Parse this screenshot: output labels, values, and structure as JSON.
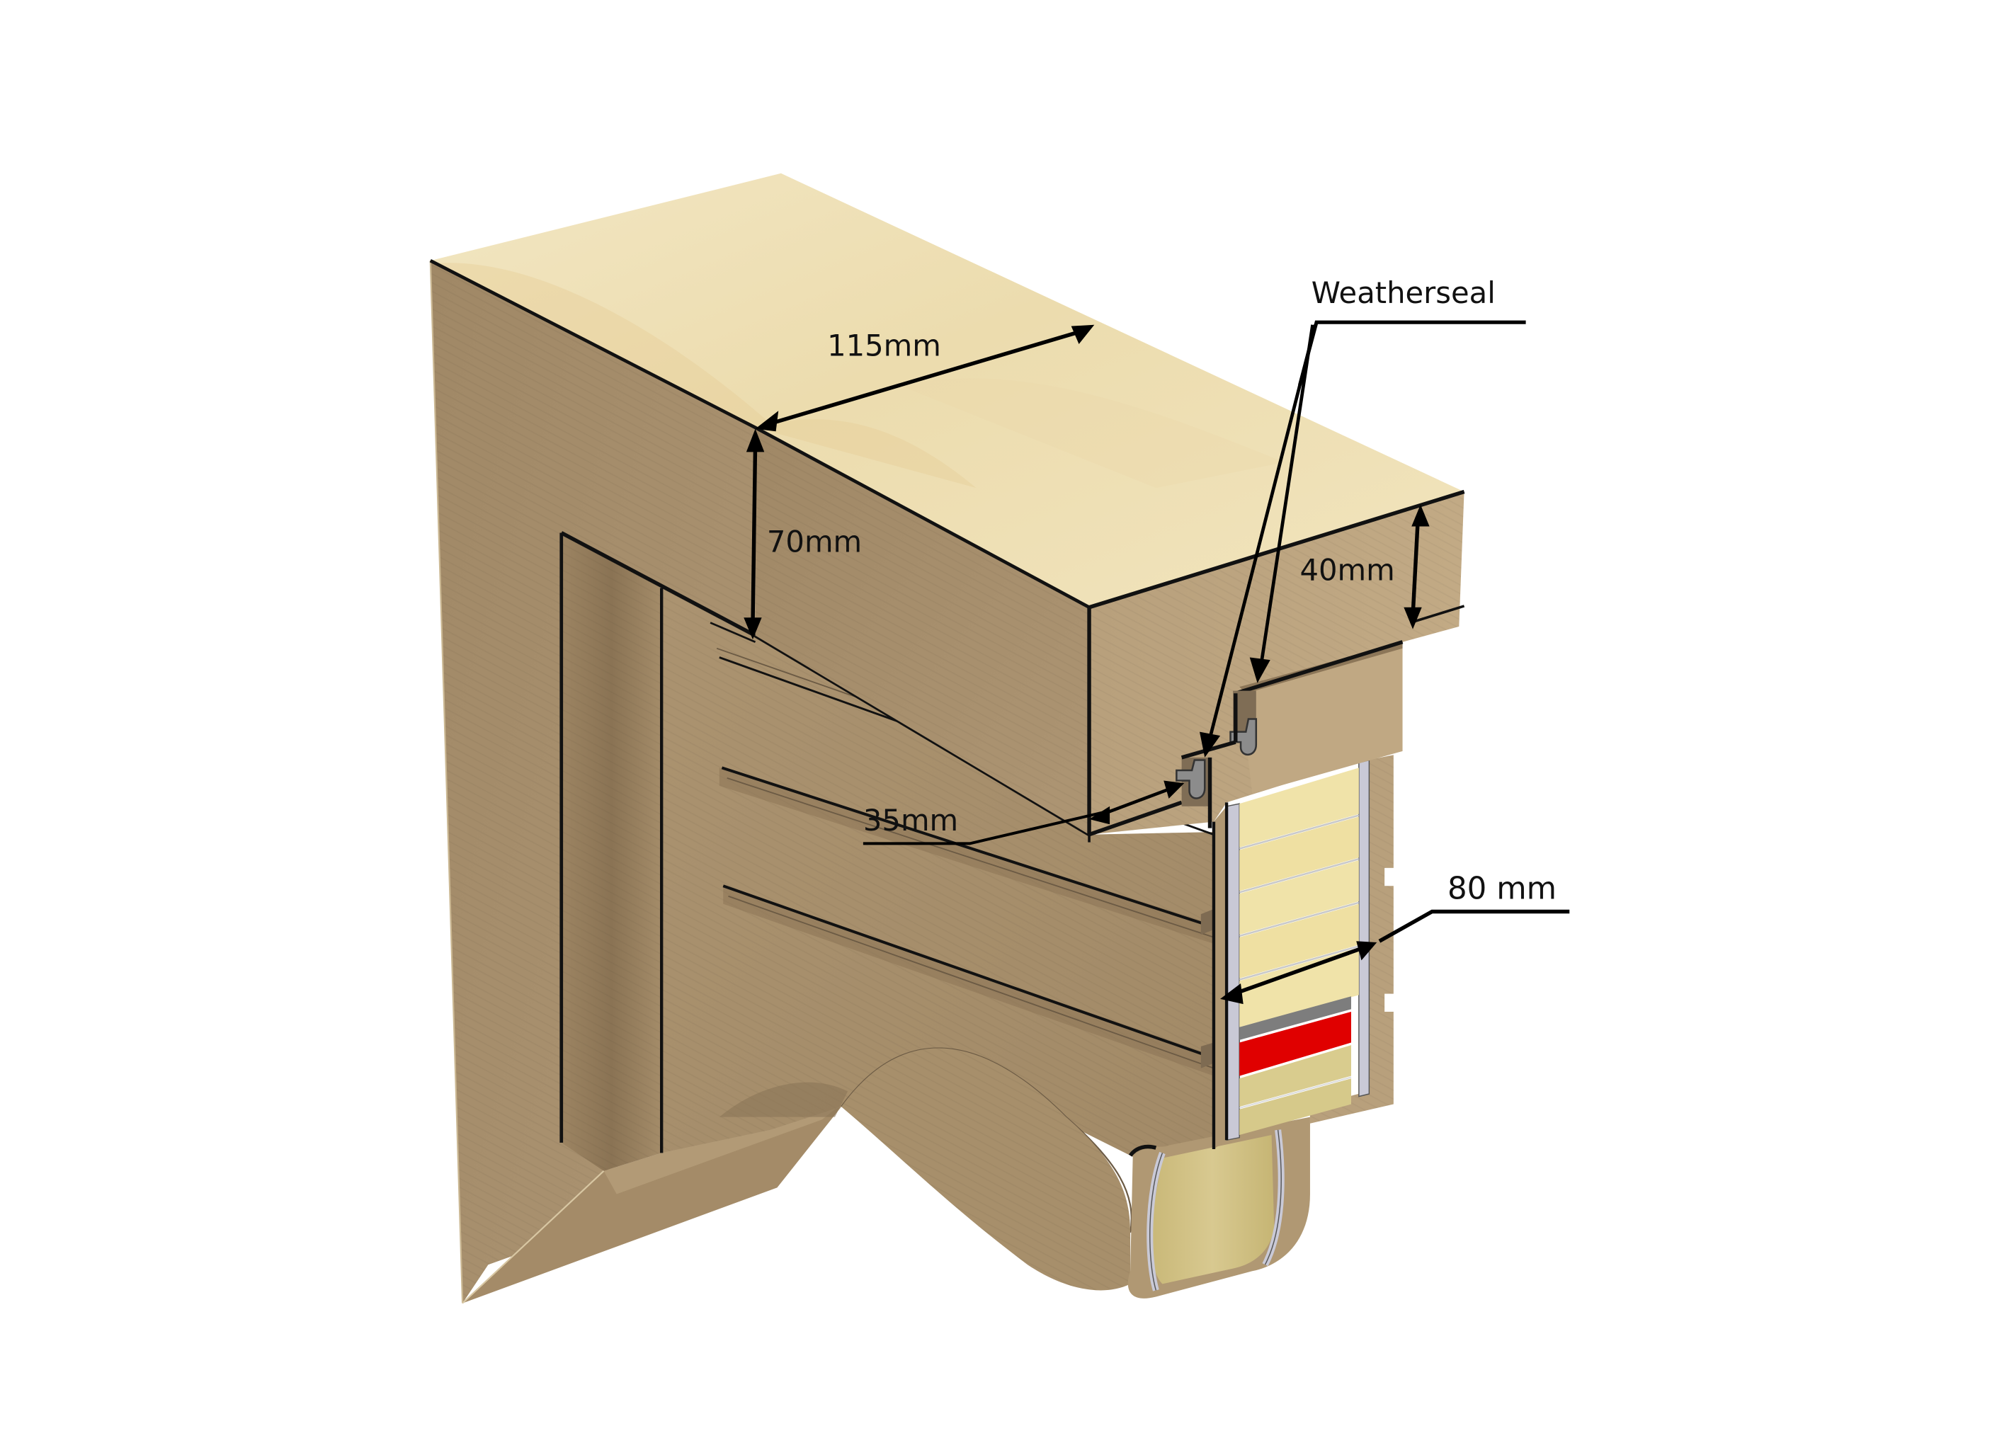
{
  "diagram": {
    "title": "Garage door frame cross-section with weatherseal",
    "labels": {
      "width_top": "115mm",
      "height_frame": "70mm",
      "height_slab_edge": "40mm",
      "rebate_depth": "35mm",
      "panel_thickness": "80 mm",
      "weatherseal": "Weatherseal"
    },
    "components": [
      {
        "id": "frame-head",
        "name": "Timber frame head"
      },
      {
        "id": "frame-jamb",
        "name": "Timber frame jamb"
      },
      {
        "id": "door-panel",
        "name": "Insulated sectional door panel"
      },
      {
        "id": "weatherseal-clips",
        "name": "Weatherseal clips (2)"
      },
      {
        "id": "insulation-core",
        "name": "Insulation core"
      },
      {
        "id": "seal-strip",
        "name": "Red seal strip"
      }
    ],
    "colors": {
      "background": "#ffffff",
      "top_face": "#efe2bb",
      "top_face_shade": "#e8d3a0",
      "timber_face": "#a88f6c",
      "timber_face_light": "#b49c78",
      "timber_face_dark": "#8f7858",
      "insulation": "#f0e3a9",
      "insulation_lower": "#d9cc8e",
      "steel_skin": "#c9c9d6",
      "seal_grey": "#7d7d7d",
      "seal_red": "#e00000",
      "outline": "#111111"
    }
  }
}
